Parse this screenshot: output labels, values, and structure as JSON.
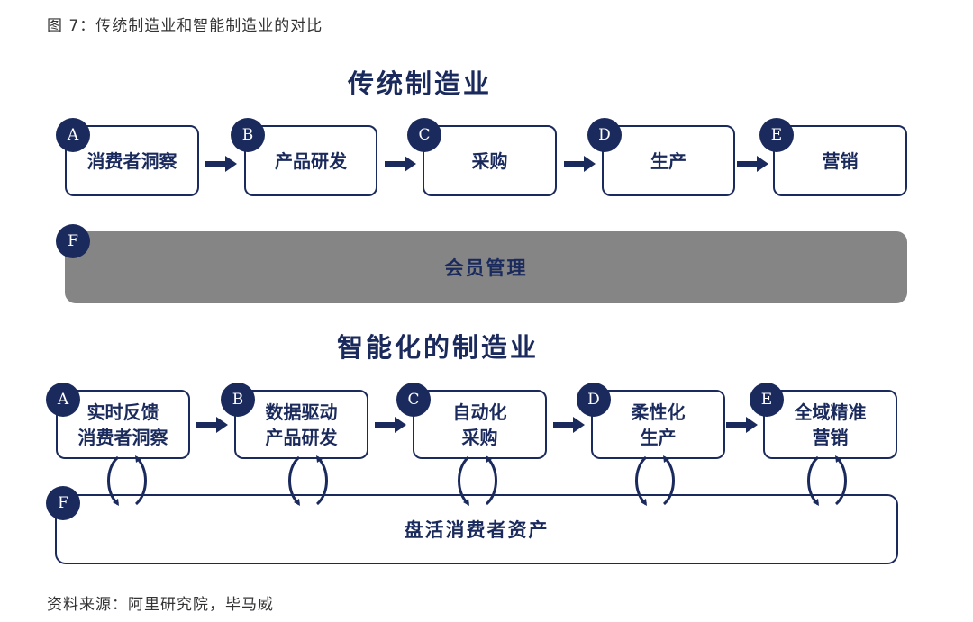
{
  "caption": "图 7：传统制造业和智能制造业的对比",
  "source": "资料来源：阿里研究院，毕马威",
  "colors": {
    "navy": "#1b2a5c",
    "grey_bar": "#858585"
  },
  "traditional": {
    "title": "传统制造业",
    "steps": [
      {
        "letter": "A",
        "label": "消费者洞察"
      },
      {
        "letter": "B",
        "label": "产品研发"
      },
      {
        "letter": "C",
        "label": "采购"
      },
      {
        "letter": "D",
        "label": "生产"
      },
      {
        "letter": "E",
        "label": "营销"
      }
    ],
    "base": {
      "letter": "F",
      "label": "会员管理"
    }
  },
  "smart": {
    "title": "智能化的制造业",
    "steps": [
      {
        "letter": "A",
        "label": "实时反馈\n消费者洞察"
      },
      {
        "letter": "B",
        "label": "数据驱动\n产品研发"
      },
      {
        "letter": "C",
        "label": "自动化\n采购"
      },
      {
        "letter": "D",
        "label": "柔性化\n生产"
      },
      {
        "letter": "E",
        "label": "全域精准\n营销"
      }
    ],
    "base": {
      "letter": "F",
      "label": "盘活消费者资产"
    }
  }
}
